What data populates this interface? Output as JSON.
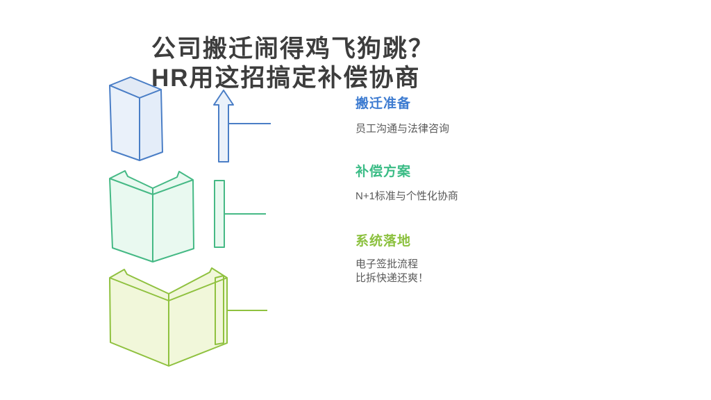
{
  "palette": {
    "background": "#ffffff",
    "title_color": "#3d3d3d",
    "body_color": "#595959",
    "blue_stroke": "#4a7ec6",
    "blue_fill": "#eaf1fa",
    "blue_fill_top": "#e2eaf6",
    "blue_fill_side": "#e4edf9",
    "teal_stroke": "#45b985",
    "teal_fill": "#e9f9f0",
    "lime_stroke": "#8fc13f",
    "lime_fill": "#f1f7da",
    "heading_blue": "#3e7cd1",
    "heading_teal": "#3bbc86",
    "heading_lime": "#8cc13f"
  },
  "title": {
    "line1": "公司搬迁闹得鸡飞狗跳？",
    "line2": "HR用这招搞定补偿协商"
  },
  "sections": [
    {
      "heading": "搬迁准备",
      "heading_color": "#3e7cd1",
      "body_lines": [
        "员工沟通与法律咨询"
      ],
      "icon": "blue-cuboid-with-up-arrow"
    },
    {
      "heading": "补偿方案",
      "heading_color": "#3bbc86",
      "body_lines": [
        "N+1标准与个性化协商"
      ],
      "icon": "teal-open-box-with-panel"
    },
    {
      "heading": "系统落地",
      "heading_color": "#8cc13f",
      "body_lines": [
        "电子签批流程",
        "比拆快递还爽！"
      ],
      "icon": "lime-open-box-with-panel"
    }
  ]
}
